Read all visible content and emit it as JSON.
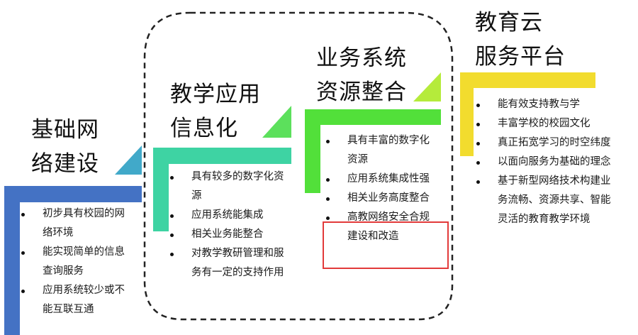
{
  "colors": {
    "stage1": "#4472C4",
    "stage1_triangle": "#41A9C9",
    "stage2": "#3ED3A3",
    "stage2_triangle": "#5CE05C",
    "stage3": "#52E03A",
    "stage3_triangle": "#B5EB3B",
    "stage4": "#F2DC2E",
    "highlight_border": "#E23A3A",
    "dashed_border": "#222222"
  },
  "stages": [
    {
      "title_lines": [
        "基础网",
        "络建设"
      ],
      "bullets": [
        [
          "初步具有校园的网",
          "络环境"
        ],
        [
          "能实现简单的信息",
          "查询服务"
        ],
        [
          "应用系统较少或不",
          "能互联互通"
        ]
      ]
    },
    {
      "title_lines": [
        "教学应用",
        "信息化"
      ],
      "bullets": [
        [
          "具有较多的数字化资",
          "源"
        ],
        [
          "应用系统能集成"
        ],
        [
          "相关业务能整合"
        ],
        [
          "对教学教研管理和服",
          "务有一定的支持作用"
        ]
      ]
    },
    {
      "title_lines": [
        "业务系统",
        "资源整合"
      ],
      "bullets": [
        [
          "具有丰富的数字化",
          "资源"
        ],
        [
          "应用系统集成性强"
        ],
        [
          "相关业务高度整合"
        ],
        [
          "高教网络安全合规",
          "建设和改造"
        ]
      ]
    },
    {
      "title_lines": [
        "教育云",
        "服务平台"
      ],
      "bullets": [
        [
          "能有效支持教与学"
        ],
        [
          "丰富学校的校园文化"
        ],
        [
          "真正拓宽学习的时空纬度"
        ],
        [
          "以面向服务为基础的理念"
        ],
        [
          "基于新型网络技术构建业",
          "务流畅、资源共享、智能",
          "灵活的教育教学环境"
        ]
      ]
    }
  ]
}
